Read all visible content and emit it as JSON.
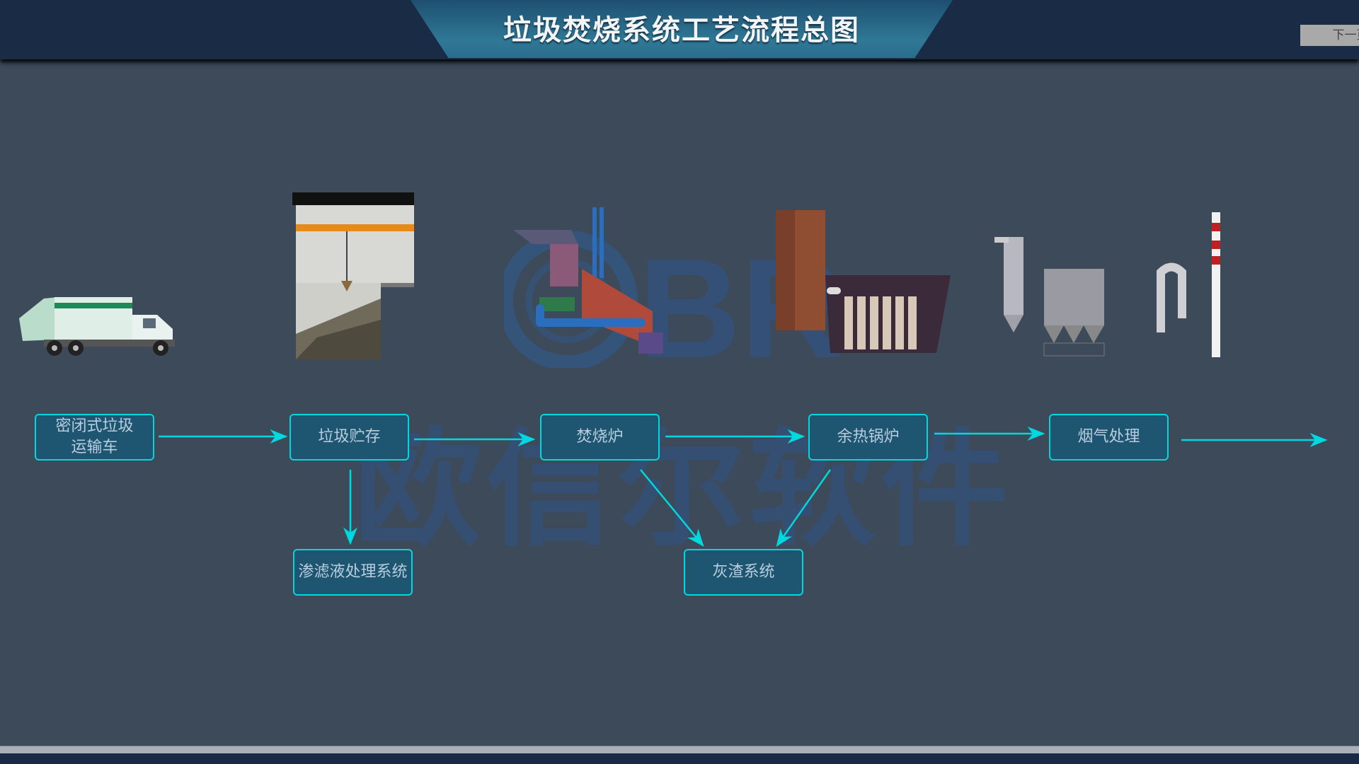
{
  "header": {
    "title": "垃圾焚烧系统工艺流程总图",
    "next_button": "下一页"
  },
  "watermark": {
    "text": "欧信尔软件",
    "logo": "BR"
  },
  "flow": {
    "nodes": [
      {
        "label": "密闭式垃圾\n运输车",
        "equipment": "garbage-truck"
      },
      {
        "label": "垃圾贮存",
        "equipment": "waste-bunker"
      },
      {
        "label": "焚烧炉",
        "equipment": "incinerator"
      },
      {
        "label": "余热锅炉",
        "equipment": "waste-heat-boiler"
      },
      {
        "label": "烟气处理",
        "equipment": "flue-gas-treatment"
      }
    ],
    "sub_nodes": [
      {
        "label": "渗滤液处理系统"
      },
      {
        "label": "灰渣系统"
      }
    ]
  },
  "colors": {
    "accent": "#00d8e0",
    "box_fill": "#1e5570",
    "background": "#3d4a5a",
    "header": "#1a2b45"
  }
}
